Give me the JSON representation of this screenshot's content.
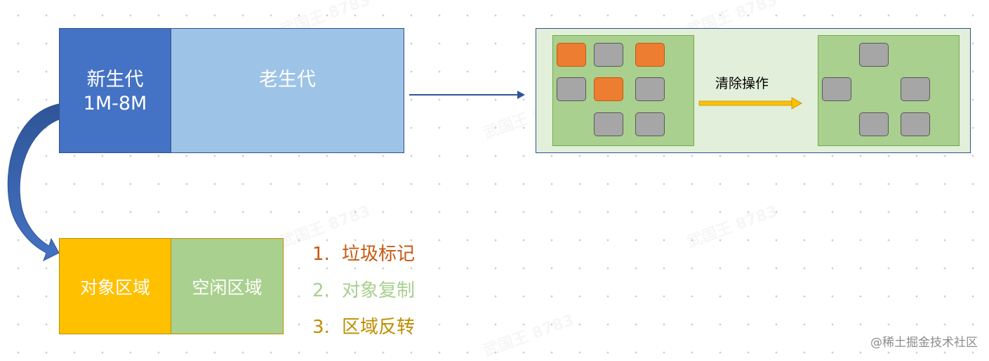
{
  "young_gen": {
    "title": "新生代",
    "size": "1M-8M"
  },
  "old_gen": {
    "title": "老生代"
  },
  "cleanup": {
    "label": "清除操作"
  },
  "young_areas": {
    "object_area": "对象区域",
    "free_area": "空闲区域"
  },
  "steps": [
    {
      "num": "1.",
      "text": "垃圾标记",
      "color": "#c55a11"
    },
    {
      "num": "2.",
      "text": "对象复制",
      "color": "#a9d08e"
    },
    {
      "num": "3.",
      "text": "区域反转",
      "color": "#bf8f00"
    }
  ],
  "watermark": "@稀土掘金技术社区",
  "background_watermark": "武国王 8783",
  "colors": {
    "young_blue": "#4472c4",
    "old_blue": "#9dc3e6",
    "panel_green": "#e2efda",
    "inner_green": "#a9d08e",
    "marked_orange": "#ed7d31",
    "live_gray": "#a6a6a6",
    "object_yellow": "#ffc000",
    "arrow_gold": "#ffc000"
  },
  "before_blocks": [
    {
      "state": "marked"
    },
    {
      "state": "live"
    },
    {
      "state": "marked"
    },
    {
      "state": "live"
    },
    {
      "state": "marked"
    },
    {
      "state": "live"
    },
    {
      "state": "live"
    },
    {
      "state": "live"
    }
  ],
  "after_blocks": [
    {
      "state": "live"
    },
    {
      "state": "live"
    },
    {
      "state": "live"
    },
    {
      "state": "live"
    },
    {
      "state": "live"
    }
  ]
}
